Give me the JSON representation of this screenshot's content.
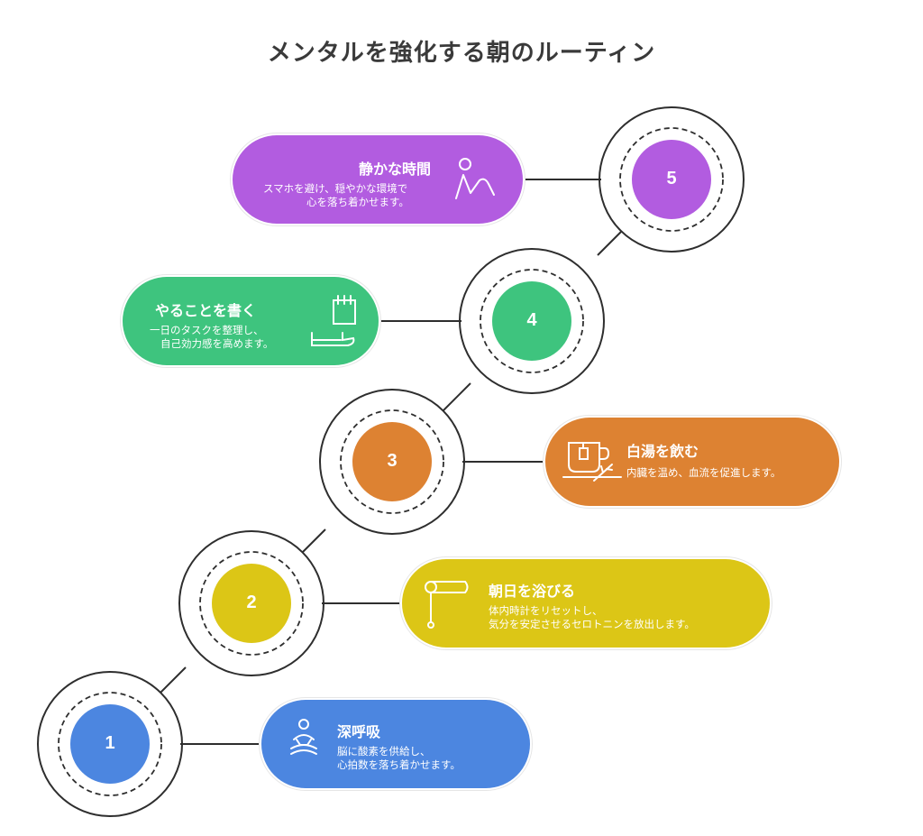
{
  "title": "メンタルを強化する朝のルーティン",
  "steps": [
    {
      "number": "1",
      "title": "深呼吸",
      "desc1": "脳に酸素を供給し、",
      "desc2": "心拍数を落ち着かせます。",
      "color": "#4c86e0",
      "icon": "meditation-icon"
    },
    {
      "number": "2",
      "title": "朝日を浴びる",
      "desc1": "体内時計をリセットし、",
      "desc2": "気分を安定させるセロトニンを放出します。",
      "color": "#dcc616",
      "icon": "sunrise-scroll-icon"
    },
    {
      "number": "3",
      "title": "白湯を飲む",
      "desc1": "内臓を温め、血流を促進します。",
      "desc2": "",
      "color": "#dd8232",
      "icon": "tea-cup-icon"
    },
    {
      "number": "4",
      "title": "やることを書く",
      "desc1": "一日のタスクを整理し、",
      "desc2": "自己効力感を高めます。",
      "color": "#3ec47e",
      "icon": "notepad-icon"
    },
    {
      "number": "5",
      "title": "静かな時間",
      "desc1": "スマホを避け、穏やかな環境で",
      "desc2": "心を落ち着かせます。",
      "color": "#b25ce0",
      "icon": "yoga-person-icon"
    }
  ]
}
